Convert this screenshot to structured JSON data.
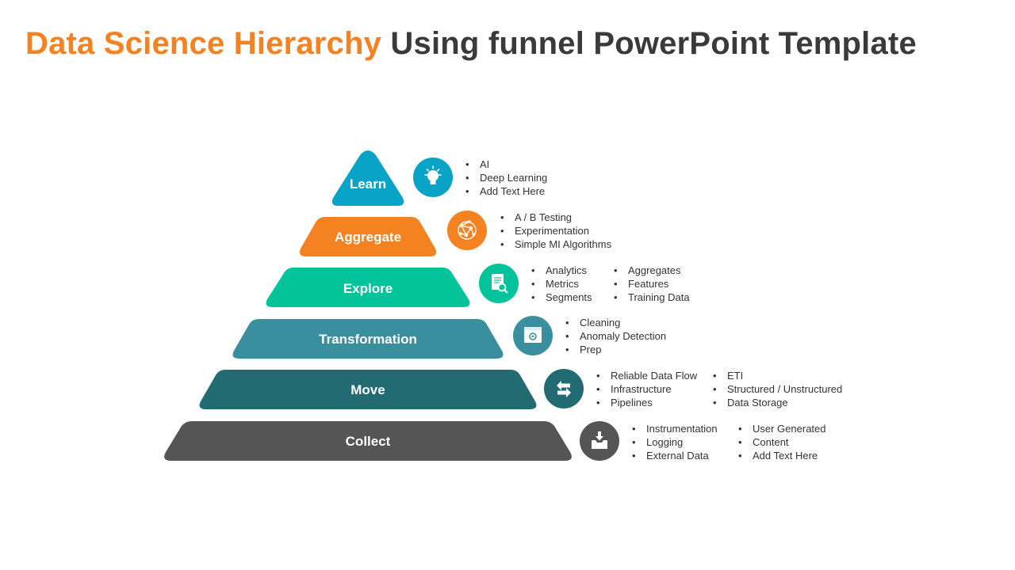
{
  "title": {
    "accent": "Data Science Hierarchy",
    "rest": "Using funnel PowerPoint Template"
  },
  "levels": [
    {
      "label": "Learn",
      "color": "#0aa3c8",
      "icon": "lightbulb-icon",
      "bullets": [
        [
          "AI",
          "Deep Learning",
          "Add Text Here"
        ]
      ]
    },
    {
      "label": "Aggregate",
      "color": "#f58220",
      "icon": "network-brain-icon",
      "bullets": [
        [
          "A / B Testing",
          "Experimentation",
          "Simple MI Algorithms"
        ]
      ]
    },
    {
      "label": "Explore",
      "color": "#02c39a",
      "icon": "document-search-icon",
      "bullets": [
        [
          "Analytics",
          "Metrics",
          "Segments"
        ],
        [
          "Aggregates",
          "Features",
          "Training Data"
        ]
      ]
    },
    {
      "label": "Transformation",
      "color": "#3a8f9e",
      "icon": "settings-window-icon",
      "bullets": [
        [
          "Cleaning",
          "Anomaly Detection",
          "Prep"
        ]
      ]
    },
    {
      "label": "Move",
      "color": "#236b72",
      "icon": "swap-arrows-icon",
      "bullets": [
        [
          "Reliable Data Flow",
          "Infrastructure",
          "Pipelines"
        ],
        [
          "ETI",
          "Structured / Unstructured",
          "Data Storage"
        ]
      ]
    },
    {
      "label": "Collect",
      "color": "#555555",
      "icon": "inbox-download-icon",
      "bullets": [
        [
          "Instrumentation",
          "Logging",
          "External Data"
        ],
        [
          "User Generated",
          "Content",
          "Add Text Here"
        ]
      ]
    }
  ]
}
